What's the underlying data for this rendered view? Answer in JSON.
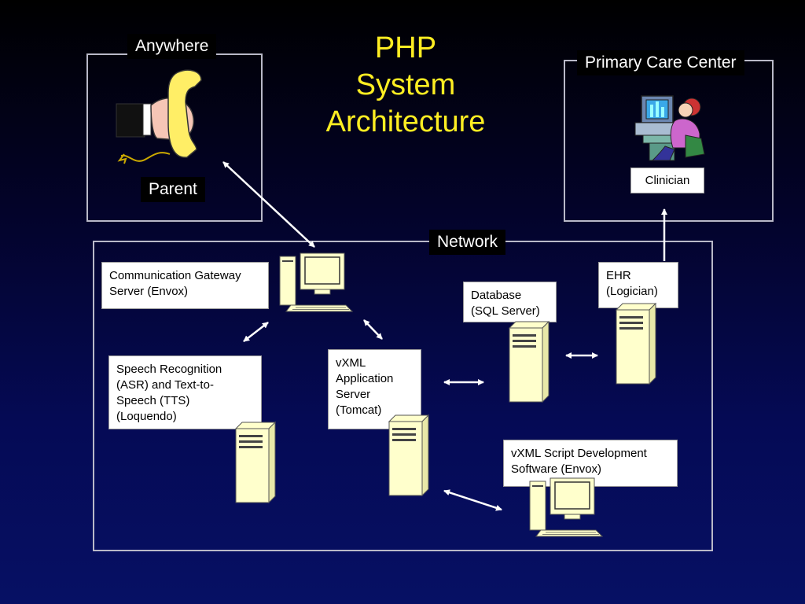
{
  "title": {
    "line1": "PHP",
    "line2": "System",
    "line3": "Architecture"
  },
  "zones": {
    "anywhere": "Anywhere",
    "primary_care": "Primary Care Center",
    "network": "Network"
  },
  "actors": {
    "parent": "Parent",
    "clinician": "Clinician"
  },
  "components": {
    "gateway": {
      "line1": "Communication Gateway",
      "line2": "Server (Envox)"
    },
    "speech": {
      "line1": "Speech Recognition",
      "line2": "(ASR) and Text-to-",
      "line3": "Speech (TTS)",
      "line4": "(Loquendo)"
    },
    "vxml_server": {
      "line1": "vXML",
      "line2": "Application",
      "line3": "Server",
      "line4": "(Tomcat)"
    },
    "database": {
      "line1": "Database",
      "line2": "(SQL Server)"
    },
    "ehr": {
      "line1": "EHR",
      "line2": "(Logician)"
    },
    "script_dev": {
      "line1": "vXML Script Development",
      "line2": "Software (Envox)"
    }
  },
  "icons": {
    "phone": "phone-handset-icon",
    "clinician_workstation": "clinician-at-computer-icon",
    "desktop": "desktop-computer-icon",
    "server": "server-tower-icon"
  },
  "colors": {
    "title": "#ffee22",
    "frame": "#b9b9c8",
    "arrow": "#ffffff",
    "device_fill": "#ffffcc"
  }
}
